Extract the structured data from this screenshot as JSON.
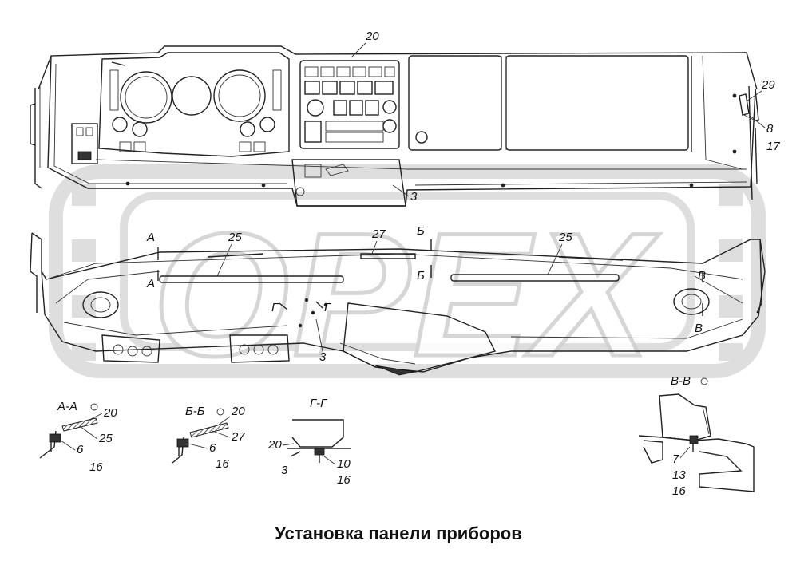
{
  "watermark": "OPEX",
  "caption": "Установка панели приборов",
  "callouts": {
    "c20": "20",
    "c29": "29",
    "c8": "8",
    "c17": "17",
    "c3_top": "3",
    "c25_left": "25",
    "c27": "27",
    "c25_right": "25",
    "c3_mid": "3"
  },
  "section_marks": {
    "a_top": "А",
    "a_bot": "А",
    "b_top": "Б",
    "b_bot": "Б",
    "v_top": "В",
    "v_bot": "В",
    "g_left": "Г",
    "g_right": "Г"
  },
  "details": {
    "aa": {
      "title": "А-А",
      "n1": "20",
      "n2": "25",
      "n3": "6",
      "n4": "16"
    },
    "bb": {
      "title": "Б-Б",
      "n1": "20",
      "n2": "27",
      "n3": "6",
      "n4": "16"
    },
    "gg": {
      "title": "Г-Г",
      "n1": "20",
      "n2": "3",
      "n3": "10",
      "n4": "16"
    },
    "vv": {
      "title": "В-В",
      "n1": "7",
      "n2": "13",
      "n3": "16"
    }
  },
  "colors": {
    "line": "#222222",
    "watermark": "#d9d9d9",
    "background": "#ffffff"
  }
}
